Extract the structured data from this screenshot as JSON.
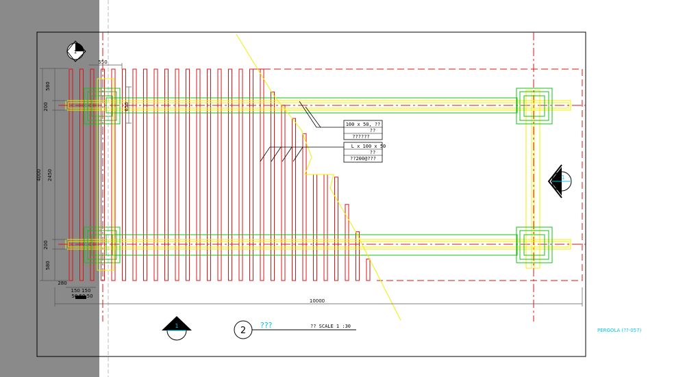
{
  "drawing": {
    "title_label": "???",
    "scale_label": "?? SCALE 1 :30",
    "detail_number": "2",
    "section_marker_label": "1",
    "sheet_label": "PERGOLA (??-057)"
  },
  "dimensions": {
    "top_width": "550",
    "top_offset": "650",
    "left_580_top": "580",
    "left_200_top": "200",
    "overall_depth": "4000",
    "inner_depth": "2450",
    "left_200_bottom": "200",
    "left_580_bottom": "580",
    "offset_280": "280",
    "post_150_150": "150 150",
    "post_50_50_50": "50  50  50",
    "overall_length": "10000"
  },
  "callouts": [
    {
      "lines": [
        "100 x 50, ??",
        "??",
        "??????"
      ]
    },
    {
      "lines": [
        "L x 100 x 50",
        "??",
        "??200@???"
      ]
    }
  ],
  "colors": {
    "rafter": "#e01010",
    "beam": "#f0f000",
    "post": "#10c010",
    "border": "#000000",
    "sidebar": "#8a8a8a",
    "text_cyan": "#00c8e6"
  },
  "icons": {
    "section_marker": "section-marker-icon",
    "detail_circle": "detail-circle-icon"
  }
}
